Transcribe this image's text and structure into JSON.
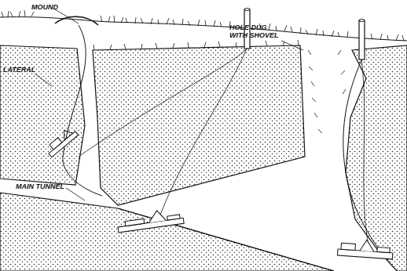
{
  "diagram": {
    "labels": [
      "MOUND",
      "HOLE DUG WITH SHOVEL",
      "LATERAL",
      "MAIN TUNNEL"
    ]
  }
}
